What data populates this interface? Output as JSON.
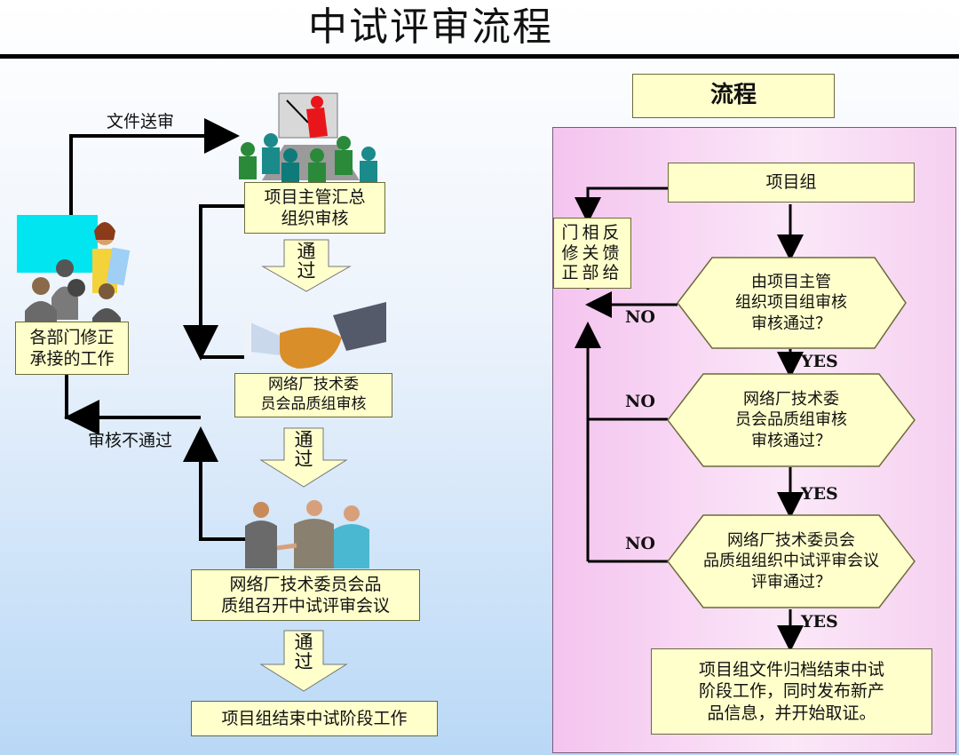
{
  "title": "中试评审流程",
  "left_flow": {
    "file_send_label": "文件送审",
    "box_supervisor": "项目主管汇总\n组织审核",
    "pass_1": "通\n过",
    "box_committee": "网络厂技术委\n员会品质组审核",
    "pass_2": "通\n过",
    "box_meeting": "网络厂技术委员会品\n质组召开中试评审会议",
    "pass_3": "通\n过",
    "box_end": "项目组结束中试阶段工作",
    "box_departments": "各部门修正\n承接的工作",
    "fail_label": "审核不通过"
  },
  "right_flow": {
    "heading": "流程",
    "start": "项目组",
    "feedback": "门相反\n修关馈\n正部给",
    "decision_1": "由项目主管\n组织项目组审核\n审核通过？",
    "decision_2": "网络厂技术委\n员会品质组审核\n审核通过？",
    "decision_3": "网络厂技术委员会\n品质组组织中试评审会议\n评审通过？",
    "end": "项目组文件归档结束中试\n阶段工作，同时发布新产\n品信息，并开始取证。",
    "yes": "YES",
    "no": "NO"
  }
}
